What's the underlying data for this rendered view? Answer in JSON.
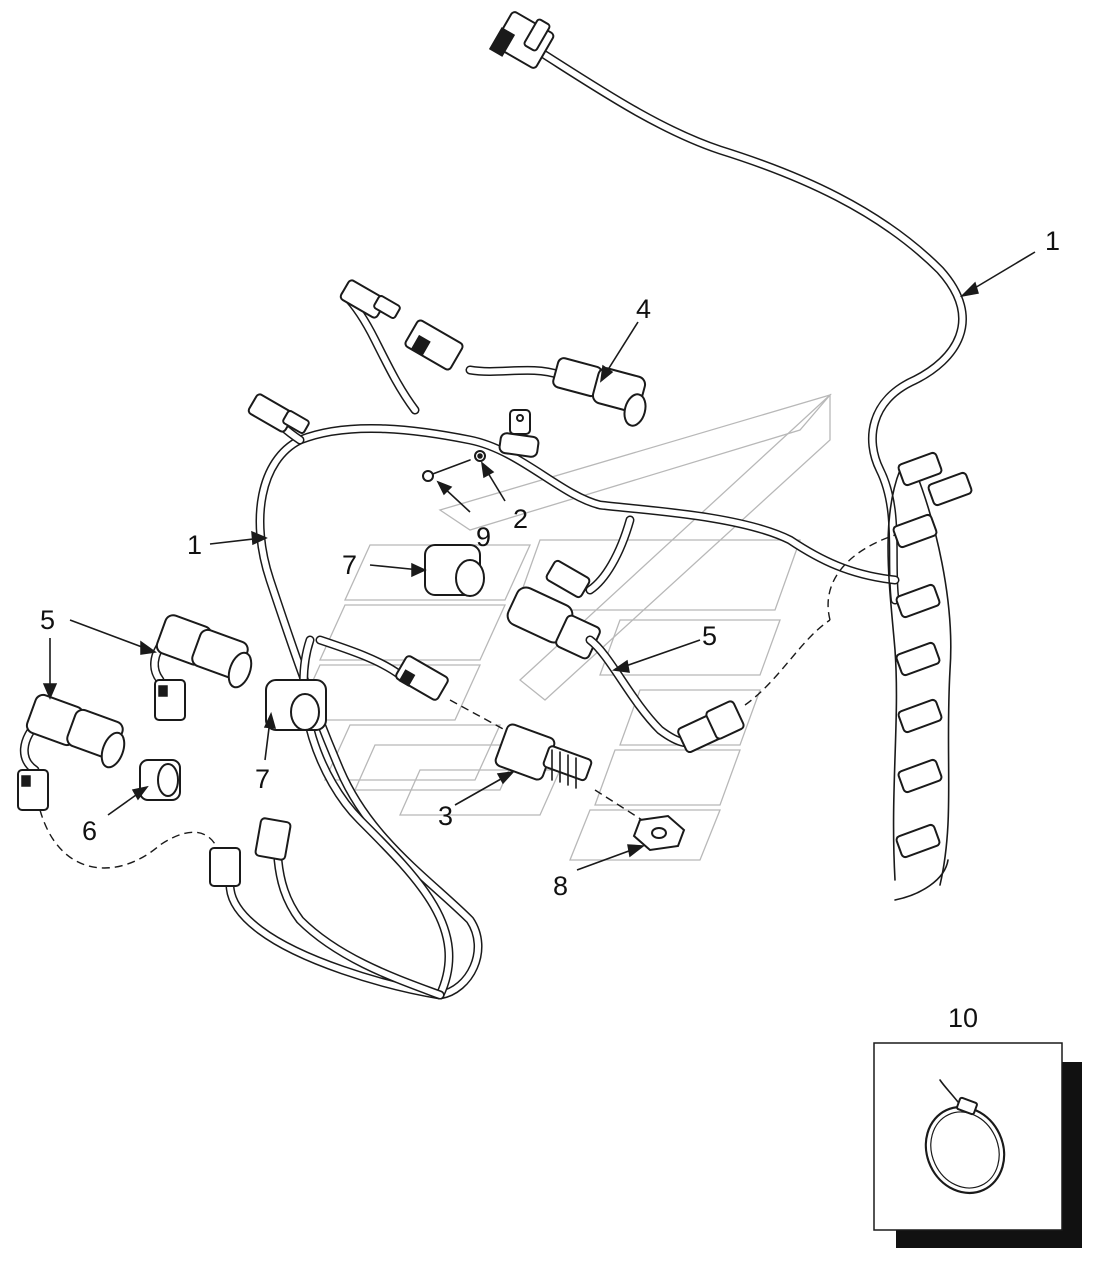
{
  "callouts": {
    "c1_top": "1",
    "c1_left": "1",
    "c2": "2",
    "c3": "3",
    "c4": "4",
    "c5_a": "5",
    "c5_b": "5",
    "c5_c": "5",
    "c6": "6",
    "c7_a": "7",
    "c7_b": "7",
    "c8": "8",
    "c9": "9",
    "c10": "10"
  },
  "colors": {
    "line": "#1a1a1a",
    "background": "#ffffff",
    "watermark": "#b8b8b8"
  }
}
